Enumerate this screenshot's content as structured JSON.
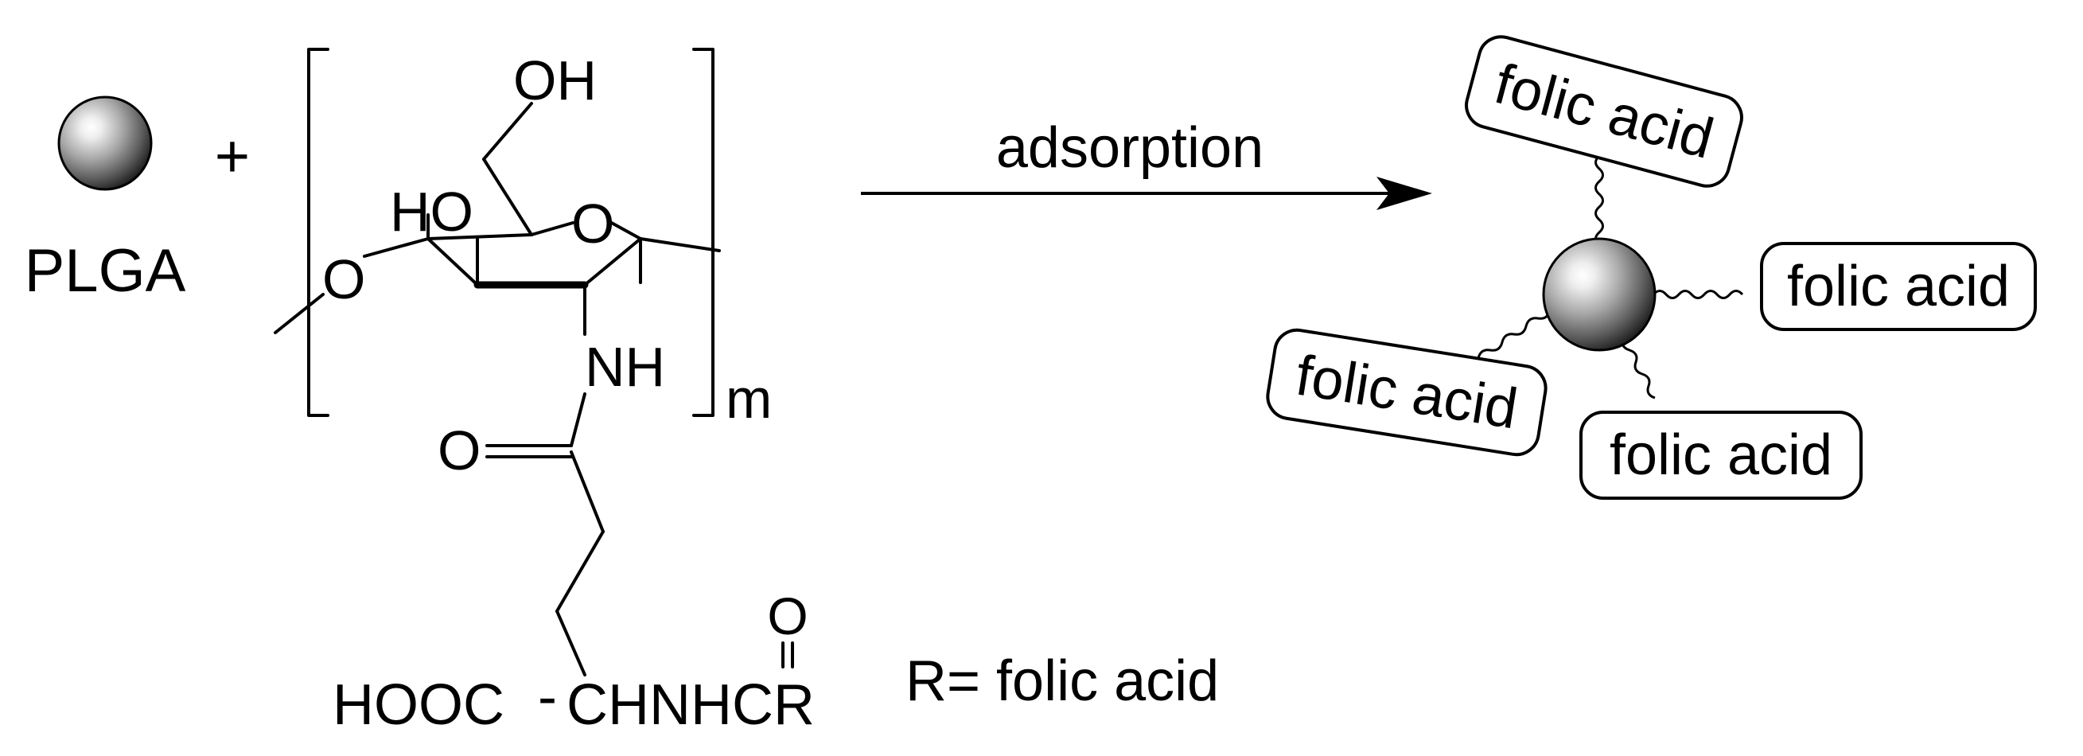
{
  "reactant_particle": {
    "label": "PLGA",
    "icon": "sphere-icon"
  },
  "plus_sign": "+",
  "chitosan_unit": {
    "oh_top": "OH",
    "ho_ring": "HO",
    "o_ring": "O",
    "o_link": "O",
    "nh": "NH",
    "carbonyl_o": "O",
    "repeat_subscript": "m",
    "side_chain_end": "HOOC",
    "chain_dash": "-",
    "side_chain_mid": "CHNHCR",
    "top_o": "O"
  },
  "r_definition": "R= folic acid",
  "arrow": {
    "label": "adsorption"
  },
  "product": {
    "ligands": [
      "folic acid",
      "folic acid",
      "folic acid",
      "folic acid"
    ]
  }
}
